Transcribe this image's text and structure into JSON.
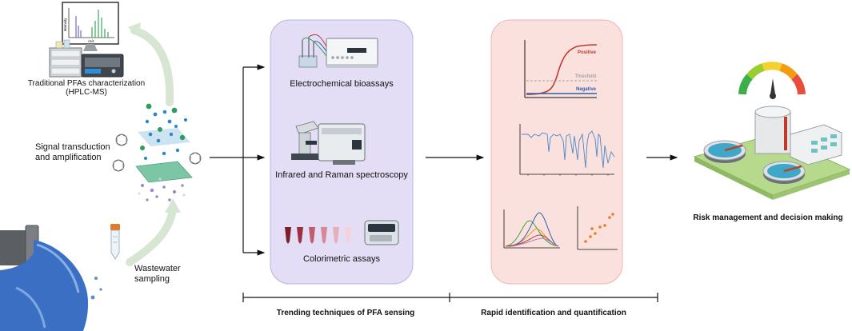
{
  "labels": {
    "traditional_line1": "Traditional PFAs characterization",
    "traditional_line2": "(HPLC-MS)",
    "signal_line1": "Signal transduction",
    "signal_line2": "and amplification",
    "wastewater_line1": "Wastewater",
    "wastewater_line2": "sampling",
    "electrochemical": "Electrochemical bioassays",
    "spectroscopy": "Infrared and Raman spectroscopy",
    "colorimetric": "Colorimetric assays",
    "risk": "Risk management and decision making",
    "trending": "Trending techniques of PFA sensing",
    "rapid": "Rapid identification and quantification"
  },
  "mass_spec": {
    "ylabel": "Intensity",
    "xlabel": "m/z"
  },
  "curve_chart": {
    "positive": "Positive",
    "threshold": "Threshold",
    "negative": "Negative"
  },
  "colors": {
    "panel1_fill": "#e3def5",
    "panel1_stroke": "#b9b1df",
    "panel2_fill": "#fbe1de",
    "panel2_stroke": "#efb5ae",
    "positive": "#c0392b",
    "negative": "#2f5fa8",
    "threshold": "#8a8a8a",
    "water": "#3a6fc4",
    "sampling_arrow": "#cfe0cc",
    "gauge": [
      "#3cae4a",
      "#9acd32",
      "#f5d130",
      "#f39c12",
      "#e74c3c"
    ]
  }
}
